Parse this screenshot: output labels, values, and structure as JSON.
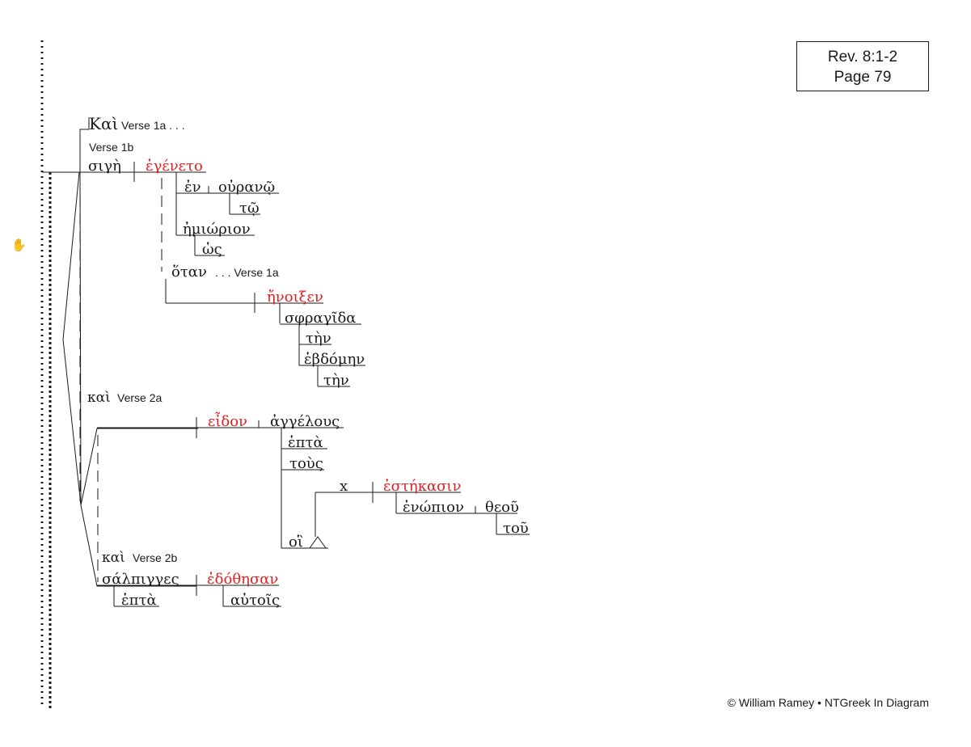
{
  "reference": {
    "line1": "Rev. 8:1-2",
    "line2": "Page 79"
  },
  "copyright": "© William Ramey • NTGreek In Diagram",
  "colors": {
    "verb": "#e02020",
    "text": "#1a1a1a"
  },
  "cursor_icon": "hand-cursor-icon",
  "words": {
    "kai_1a": "Καὶ",
    "v1a_note": "Verse 1a . . .",
    "v1b_label": "Verse 1b",
    "sige": "σιγὴ",
    "egeneto": "ἐγένετο",
    "en": "ἐν",
    "ourano": "οὐρανῷ",
    "to": "τῷ",
    "hemiorion": "ἡμιώριον",
    "hos": "ὡς",
    "hotan": "ὅταν",
    "hotan_note": ". . . Verse 1a",
    "enoixen": "ἤνοιξεν",
    "sphragida": "σφραγῖδα",
    "ten1": "τὴν",
    "hebdomen": "ἑβδόμην",
    "ten2": "τὴν",
    "kai_2a": "καὶ",
    "v2a_label": "Verse 2a",
    "eidon": "εἶδον",
    "angelous": "ἀγγέλους",
    "hepta1": "ἑπτὰ",
    "tous": "τοὺς",
    "x": "x",
    "hestekasin": "ἑστήκασιν",
    "enopion": "ἐνώπιον",
    "theou": "θεοῦ",
    "tou": "τοῦ",
    "hoi": "οἳ",
    "kai_2b": "καὶ",
    "v2b_label": "Verse 2b",
    "salpinges": "σάλπιγγες",
    "edothesan": "ἐδόθησαν",
    "hepta2": "ἑπτὰ",
    "autois": "αὐτοῖς"
  }
}
